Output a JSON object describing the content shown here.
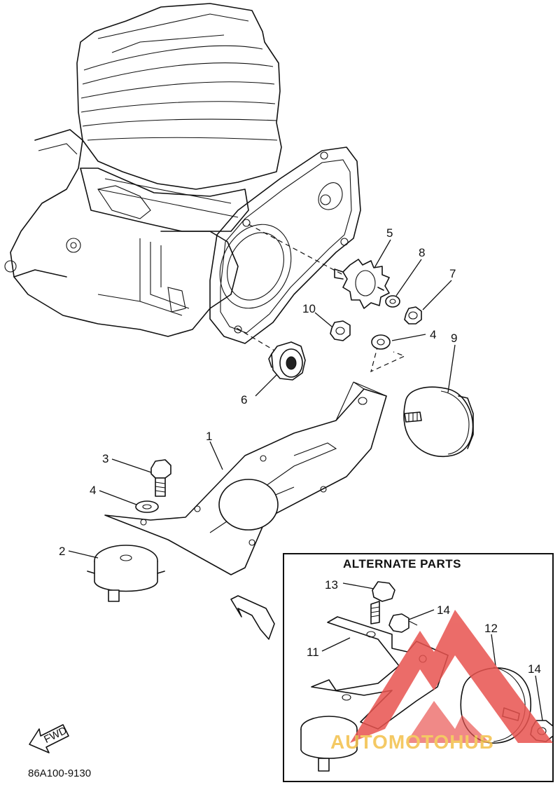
{
  "diagram": {
    "alternate_parts_heading": "ALTERNATE PARTS",
    "drawing_code": "86A100-9130",
    "fwd_label": "FWD",
    "watermark_text": "AUTOMOTOHUB",
    "callouts": [
      {
        "id": "c1",
        "label": "1"
      },
      {
        "id": "c2",
        "label": "2"
      },
      {
        "id": "c3",
        "label": "3"
      },
      {
        "id": "c4a",
        "label": "4"
      },
      {
        "id": "c4b",
        "label": "4"
      },
      {
        "id": "c5",
        "label": "5"
      },
      {
        "id": "c6",
        "label": "6"
      },
      {
        "id": "c7",
        "label": "7"
      },
      {
        "id": "c8",
        "label": "8"
      },
      {
        "id": "c9",
        "label": "9"
      },
      {
        "id": "c10",
        "label": "10"
      },
      {
        "id": "c11",
        "label": "11"
      },
      {
        "id": "c12",
        "label": "12"
      },
      {
        "id": "c13",
        "label": "13"
      },
      {
        "id": "c14a",
        "label": "14"
      },
      {
        "id": "c14b",
        "label": "14"
      }
    ],
    "colors": {
      "ink": "#111111",
      "watermark": "#e8534f",
      "watermark_text": "#f3c04a"
    }
  }
}
